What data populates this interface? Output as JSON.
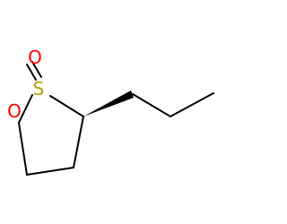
{
  "molecule": {
    "atoms": {
      "s1": {
        "symbol": "S",
        "color": "#b5a000"
      },
      "o_ring": {
        "symbol": "O",
        "color": "#ff0000"
      },
      "o_oxide": {
        "symbol": "O",
        "color": "#ff0000"
      }
    },
    "stereo": {
      "center": "C3",
      "bond_to": "propyl",
      "type": "wedge"
    },
    "bond_color": "#000000"
  }
}
